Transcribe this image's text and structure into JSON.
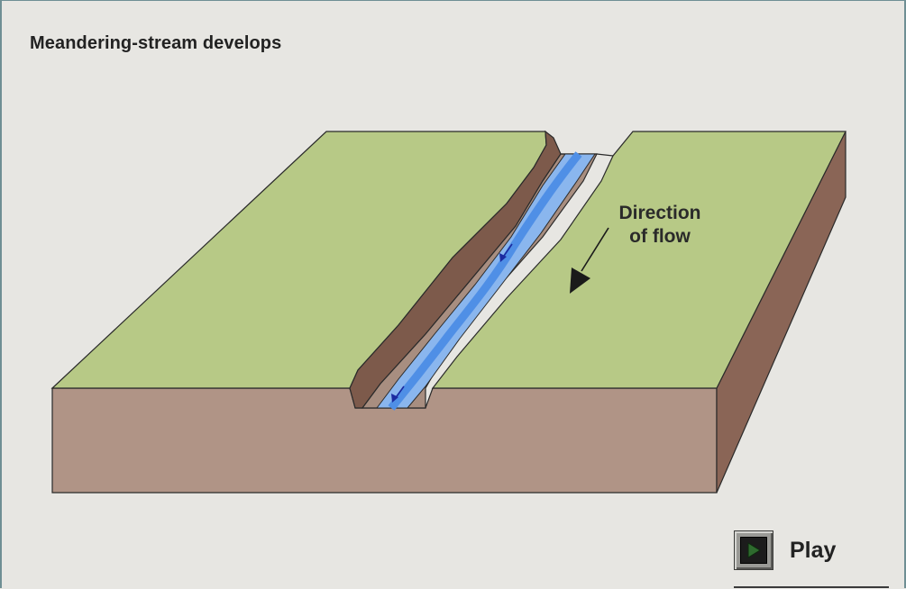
{
  "title": "Meandering-stream develops",
  "diagram": {
    "flow_label_line1": "Direction",
    "flow_label_line2": "of flow"
  },
  "controls": {
    "play_label": "Play",
    "play_icon": "play-triangle-icon"
  },
  "colors": {
    "background": "#e7e6e2",
    "grass": "#b7c986",
    "earth_side": "#b09486",
    "earth_dark": "#8a6556",
    "bank_dark": "#7d5a4b",
    "valley_floor": "#a88e80",
    "water_light": "#8ab6ee",
    "water_dark": "#4f8fe6",
    "play_triangle": "#2e6b2e"
  }
}
